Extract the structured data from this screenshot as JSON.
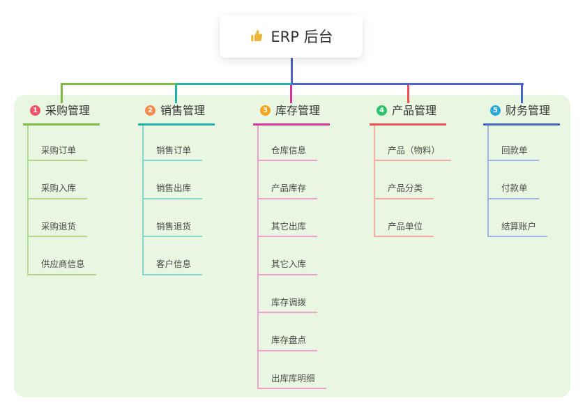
{
  "root": {
    "icon": "thumbs-up",
    "label": "ERP 后台"
  },
  "connector_color": "#4d64c8",
  "panel_color": "#e9f6e1",
  "branches": [
    {
      "index": "1",
      "label": "采购管理",
      "badge_color": "#f25268",
      "line_color": "#7cb93e",
      "light_color": "#b3d98a",
      "children": [
        "采购订单",
        "采购入库",
        "采购退货",
        "供应商信息"
      ]
    },
    {
      "index": "2",
      "label": "销售管理",
      "badge_color": "#f78a4d",
      "line_color": "#1fb3ab",
      "light_color": "#86d6d0",
      "children": [
        "销售订单",
        "销售出库",
        "销售退货",
        "客户信息"
      ]
    },
    {
      "index": "3",
      "label": "库存管理",
      "badge_color": "#f5a41d",
      "line_color": "#d63598",
      "light_color": "#efa0cc",
      "children": [
        "仓库信息",
        "产品库存",
        "其它出库",
        "其它入库",
        "库存调拨",
        "库存盘点",
        "出库库明细"
      ]
    },
    {
      "index": "4",
      "label": "产品管理",
      "badge_color": "#2bc46d",
      "line_color": "#f04f4f",
      "light_color": "#f6aaa4",
      "children": [
        "产品（物料）",
        "产品分类",
        "产品单位"
      ]
    },
    {
      "index": "5",
      "label": "财务管理",
      "badge_color": "#29a8e0",
      "line_color": "#3f62c4",
      "light_color": "#9fb5e4",
      "children": [
        "回款单",
        "付款单",
        "结算账户"
      ]
    }
  ]
}
